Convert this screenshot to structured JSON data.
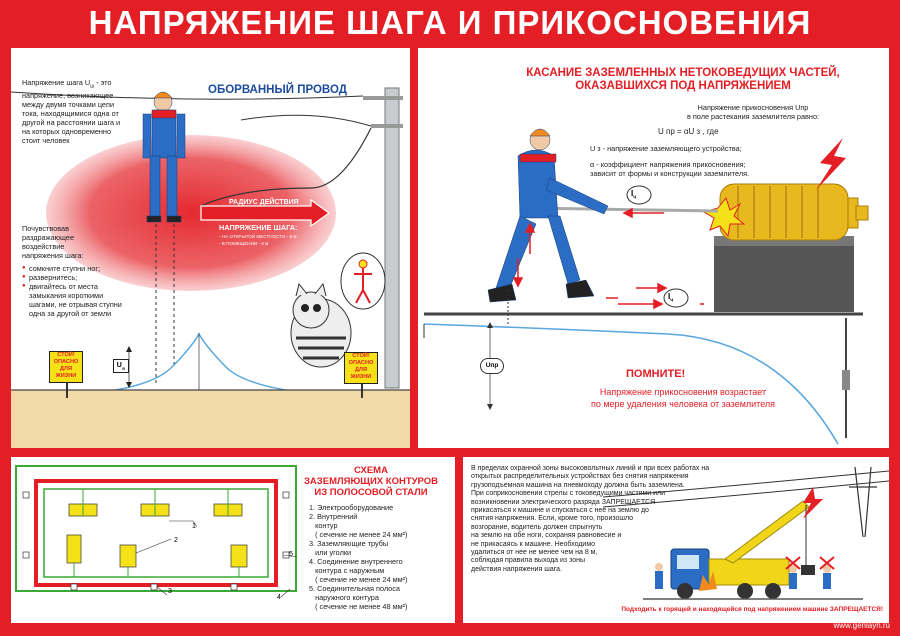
{
  "title": "НАПРЯЖЕНИЕ ШАГА И ПРИКОСНОВЕНИЯ",
  "step": {
    "definition_lines": [
      "Напряжение шага U",
      "ш",
      " - это",
      "напряжение, возникающее",
      "между двумя точками цепи",
      "тока, находящимися одна от",
      "другой на расстоянии шага и",
      "на которых одновременно",
      "стоит человек"
    ],
    "wire_heading": "ОБОРВАННЫЙ ПРОВОД",
    "radius_label": "РАДИУС ДЕЙСТВИЯ",
    "step_voltage_label": "НАПРЯЖЕНИЕ ШАГА:",
    "outdoor_note": "- НА ОТКРЫТОЙ МЕСТНОСТИ - 8 м",
    "indoor_note": "- В ПОМЕЩЕНИИ - 4 м",
    "advice_intro_lines": [
      "Почувствовав",
      "раздражающее",
      "воздействие",
      "напряжения шага:"
    ],
    "advice": [
      "сомкните ступни ног;",
      "развернитесь;",
      "двигайтесь от места замыкания короткими шагами, не отрывая ступни одна за другой от земли"
    ],
    "uw_label": "U",
    "uw_sub": "ш",
    "sign_lines": [
      "СТОЙ!",
      "ОПАСНО",
      "ДЛЯ",
      "ЖИЗНИ"
    ]
  },
  "touch": {
    "heading_lines": [
      "КАСАНИЕ ЗАЗЕМЛЕННЫХ НЕТОКОВЕДУЩИХ ЧАСТЕЙ,",
      "ОКАЗАВШИХСЯ ПОД НАПРЯЖЕНИЕМ"
    ],
    "formula_intro_lines": [
      "Напряжение прикосновения Uпр",
      "в поле растекания заземлителя равно:"
    ],
    "formula": "U пр = αU з , где",
    "uz_line": "U з  - напряжение заземляющего устройства;",
    "alpha_lines": [
      "α - коэффициент напряжения прикосновения;",
      "зависит от формы и конструкции заземлителя."
    ],
    "current_label": "I",
    "current_sub": "ч",
    "upr_label": "Uпр",
    "remember": "ПОМНИТЕ!",
    "remember_lines": [
      "Напряжение прикосновения возрастает",
      "по мере удаления человека от заземлителя"
    ]
  },
  "scheme": {
    "heading_lines": [
      "СХЕМА",
      "ЗАЗЕМЛЯЮЩИХ КОНТУРОВ",
      "ИЗ ПОЛОСОВОЙ СТАЛИ"
    ],
    "legend": [
      {
        "n": "1.",
        "lines": [
          "Электрооборудование"
        ]
      },
      {
        "n": "2.",
        "lines": [
          "Внутренний",
          "контур",
          "( сечение не менее 24 мм²)"
        ]
      },
      {
        "n": "3.",
        "lines": [
          "Заземляющие трубы",
          "или уголки"
        ]
      },
      {
        "n": "4.",
        "lines": [
          "Соединение внутреннего",
          "контура с наружным",
          "( сечение не менее 24 мм²)"
        ]
      },
      {
        "n": "5.",
        "lines": [
          "Соединительная полоса",
          "наружного контура",
          "( сечение не менее 48 мм²)"
        ]
      }
    ],
    "callouts": [
      "1",
      "2",
      "3",
      "4",
      "5"
    ]
  },
  "crane": {
    "paragraph_lines": [
      "В пределах охранной зоны высоковольтных линий и при всех работах на",
      "открытых распределительных устройствах без снятия напряжения",
      "грузоподъемная машина на пневмоходу должна быть заземлена.",
      "При соприкосновении стрелы с токоведущими частями или",
      "возникновении электрического разряда ЗАПРЕЩАЕТСЯ",
      "прикасаться к машине и спускаться с нее на землю до",
      "снятия напряжения. Если, кроме того, произошло",
      "возгорание, водитель должен спрыгнуть",
      "на землю на обе ноги, сохраняя равновесие и",
      "не прикасаясь к машине. Необходимо",
      "удалиться от нее не менее чем на 8 м,",
      "соблюдая правила выхода из зоны",
      "действия напряжения шага."
    ],
    "warning": "Подходить к горящей и находящейся под напряжением машине ЗАПРЕЩАЕТСЯ!"
  },
  "watermark": "www.genlayn.ru",
  "colors": {
    "red": "#e31e24",
    "blue": "#1c4c9c",
    "green": "#3aa935",
    "sign_yellow": "#f5e118"
  }
}
